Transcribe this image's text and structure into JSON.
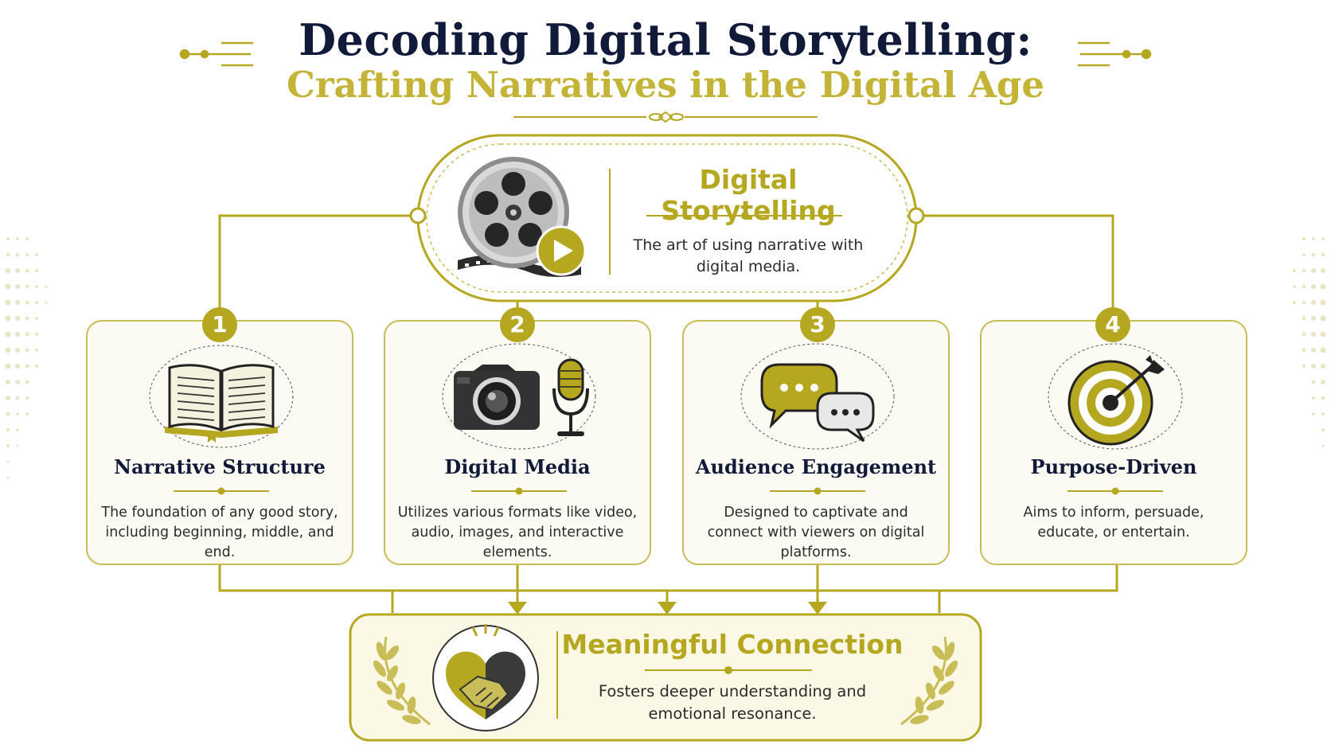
{
  "header": {
    "title": "Decoding Digital Storytelling:",
    "subtitle": "Crafting Narratives in the Digital Age"
  },
  "center": {
    "title": "Digital Storytelling",
    "description": "The art of using narrative with digital media.",
    "icon": "film-reel-play-icon"
  },
  "cards": [
    {
      "number": "1",
      "title": "Narrative Structure",
      "description": "The foundation of any good story, including beginning, middle, and end.",
      "icon": "open-book-icon"
    },
    {
      "number": "2",
      "title": "Digital Media",
      "description": "Utilizes various formats like video, audio, images, and interactive elements.",
      "icon": "camera-microphone-icon"
    },
    {
      "number": "3",
      "title": "Audience Engagement",
      "description": "Designed to captivate and connect with viewers on digital platforms.",
      "icon": "chat-bubbles-icon"
    },
    {
      "number": "4",
      "title": "Purpose-Driven",
      "description": "Aims to inform, persuade, educate, or entertain.",
      "icon": "target-arrow-icon"
    }
  ],
  "bottom": {
    "title": "Meaningful Connection",
    "description": "Fosters deeper understanding and emotional resonance.",
    "icon": "heart-handshake-icon"
  },
  "colors": {
    "navy": "#121a3a",
    "gold": "#b5a720",
    "gold_light": "#c9bd58",
    "card_bg": "#fbfaf3"
  }
}
